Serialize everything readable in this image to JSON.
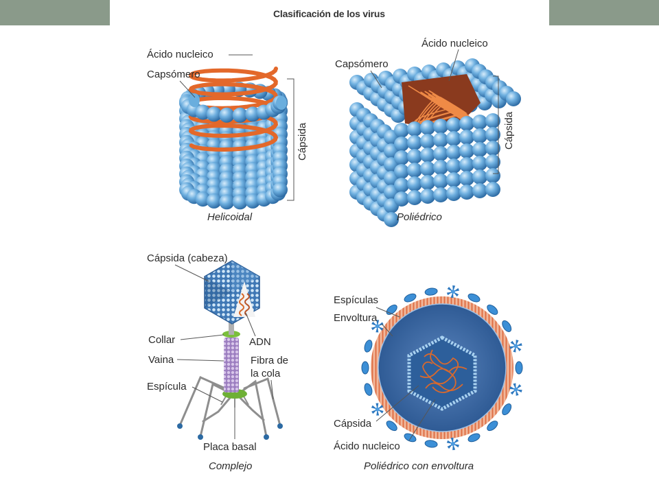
{
  "header": {
    "title": "Clasificación de los virus"
  },
  "panels": {
    "helical": {
      "caption": "Helicoidal",
      "labels": {
        "nucleic_acid": "Ácido nucleico",
        "capsomer": "Capsómero",
        "capsid": "Cápsida"
      }
    },
    "polyhedral": {
      "caption": "Poliédrico",
      "labels": {
        "nucleic_acid": "Ácido nucleico",
        "capsomer": "Capsómero",
        "capsid": "Cápsida"
      }
    },
    "complex": {
      "caption": "Complejo",
      "labels": {
        "capsid_head": "Cápsida (cabeza)",
        "collar": "Collar",
        "dna": "ADN",
        "sheath": "Vaina",
        "tail_fiber_1": "Fibra de",
        "tail_fiber_2": "la cola",
        "spike": "Espícula",
        "base_plate": "Placa basal"
      }
    },
    "enveloped": {
      "caption": "Poliédrico con envoltura",
      "labels": {
        "spikes": "Espículas",
        "envelope": "Envoltura",
        "capsid": "Cápsida",
        "nucleic_acid": "Ácido nucleico"
      }
    }
  },
  "colors": {
    "capsomer": "#5fa3d6",
    "capsomer_dark": "#2f6ea8",
    "nucleic": "#e0702a",
    "band": "#8a9a8a",
    "sheath": "#b79ad0",
    "collar": "#7bbf3c",
    "envelope_inner": "#6d94c9",
    "membrane": "#e27b52"
  }
}
